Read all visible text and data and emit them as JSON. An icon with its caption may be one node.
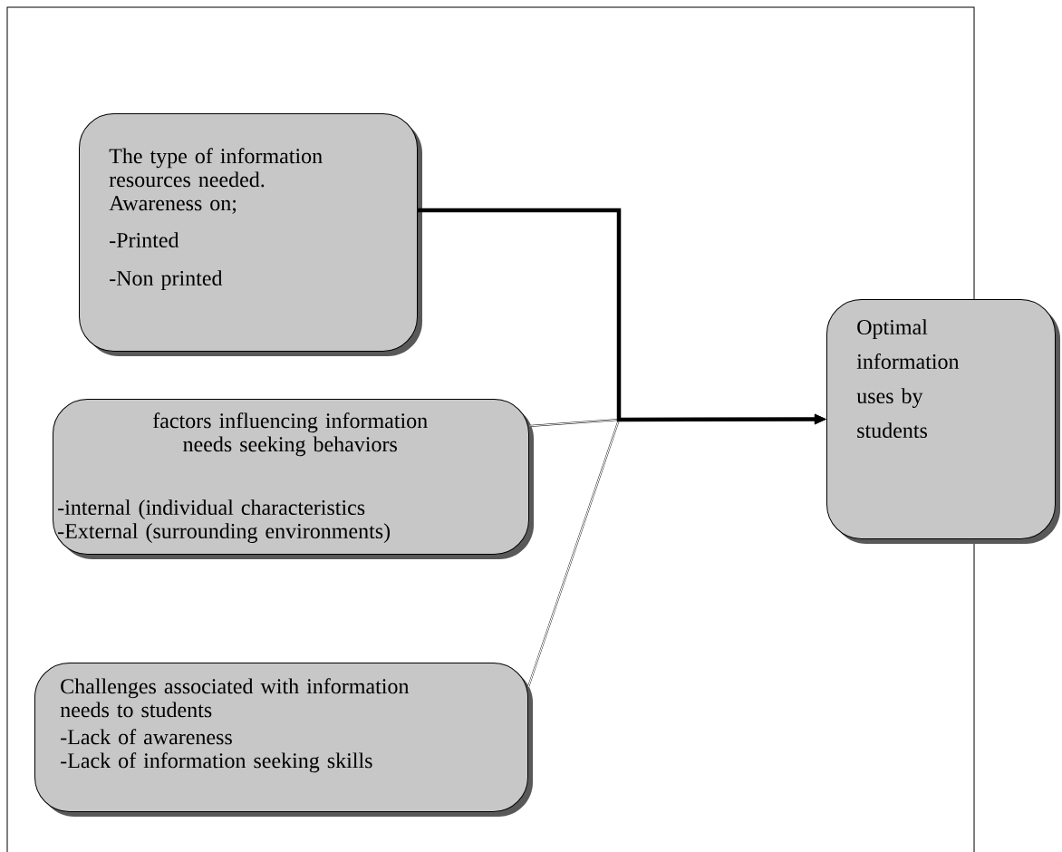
{
  "diagram": {
    "nodes": [
      {
        "text": [
          "The type of information resources needed. Awareness on;",
          "-Printed",
          "-Non printed"
        ]
      },
      {
        "text": [
          "factors influencing information needs seeking behaviors",
          "-internal (individual characteristics",
          "-External (surrounding environments)"
        ]
      },
      {
        "text": [
          "Challenges associated with information needs to students",
          "-Lack of awareness",
          "-Lack of information seeking skills"
        ]
      },
      {
        "text": [
          "Optimal information uses by students"
        ]
      }
    ],
    "edges": [
      {
        "from": 0,
        "to": 3,
        "arrow": "to",
        "style": "thick"
      },
      {
        "from": 1,
        "to": 3,
        "arrow": "to"
      },
      {
        "from": 2,
        "to": 3,
        "arrow": "to"
      }
    ]
  }
}
